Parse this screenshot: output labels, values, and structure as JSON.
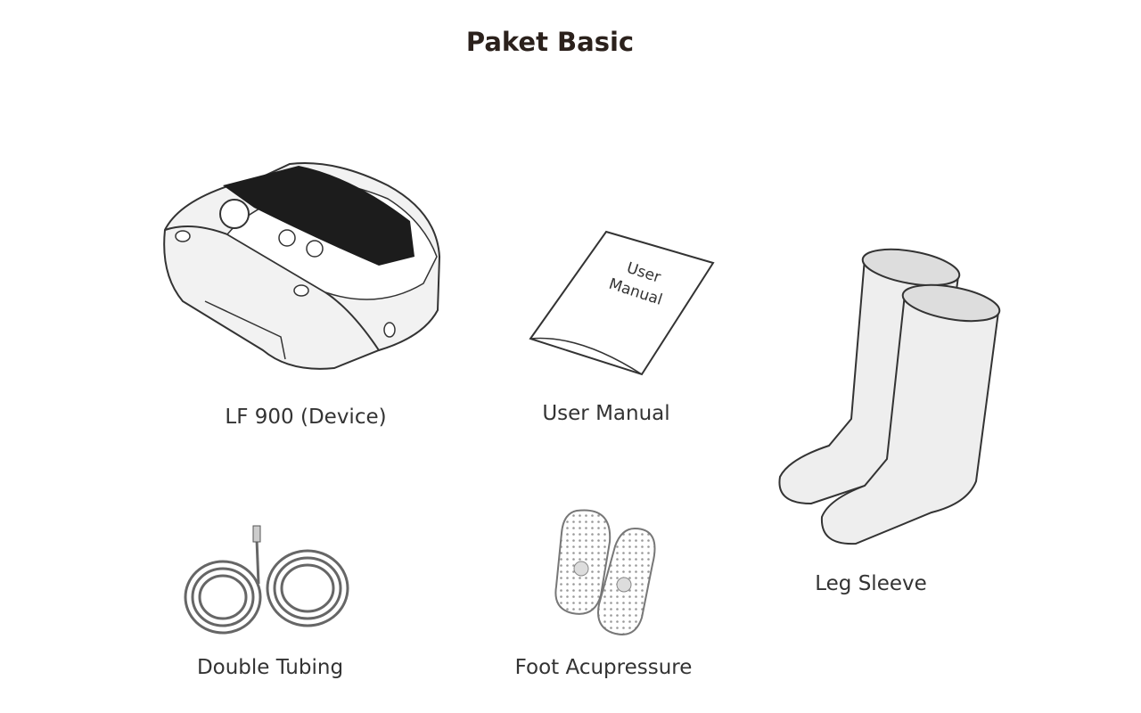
{
  "title": "Paket Basic",
  "items": [
    {
      "label": "LF 900 (Device)",
      "icon": "massage-device-icon"
    },
    {
      "label": "User Manual",
      "icon": "manual-booklet-icon",
      "cover_text": "User Manual"
    },
    {
      "label": "Leg Sleeve",
      "icon": "leg-sleeve-icon"
    },
    {
      "label": "Double Tubing",
      "icon": "tubing-icon"
    },
    {
      "label": "Foot Acupressure",
      "icon": "foot-insole-icon"
    }
  ]
}
